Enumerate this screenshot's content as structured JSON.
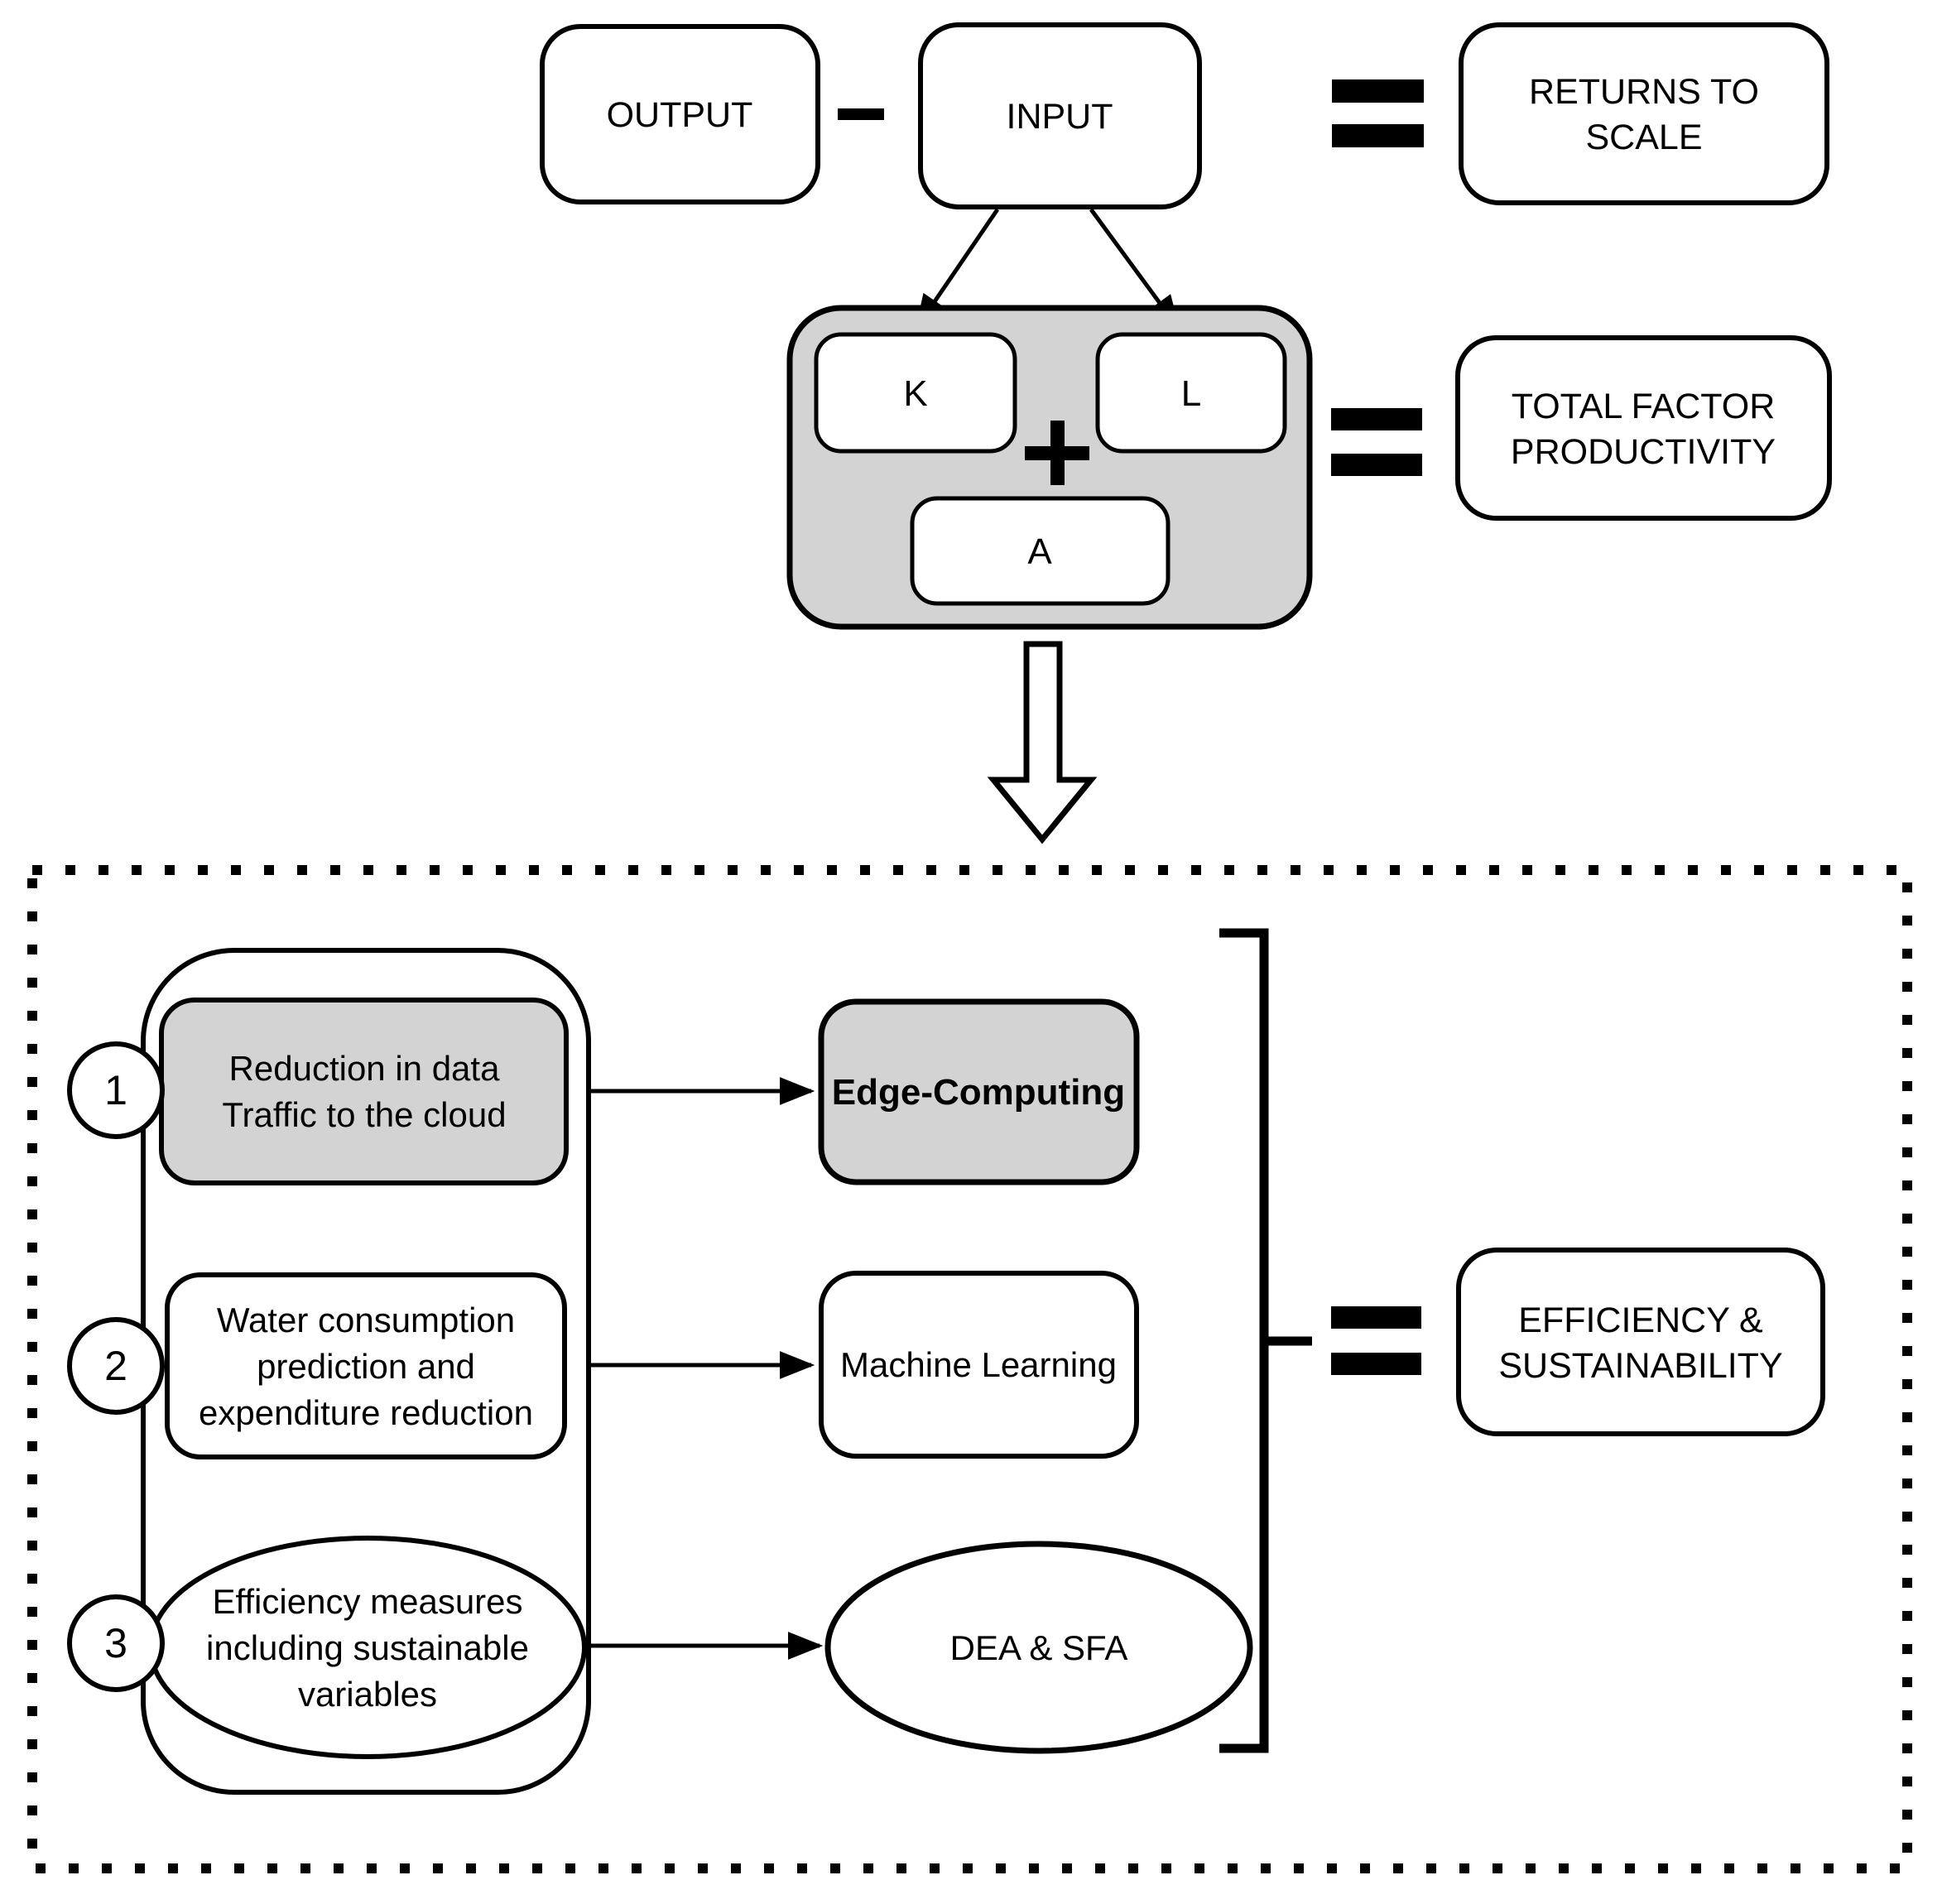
{
  "colors": {
    "gray_fill": "#d3d3d3",
    "line_black": "#000000",
    "box_white": "#ffffff"
  },
  "top": {
    "output_box": {
      "label": "OUTPUT"
    },
    "input_box": {
      "label": "INPUT"
    },
    "returns_box": {
      "lines": [
        "RETURNS TO",
        "SCALE"
      ]
    },
    "production_group": {
      "capital_label": "K",
      "labor_label": "L",
      "technology_label": "A"
    },
    "tfp_box": {
      "lines": [
        "TOTAL FACTOR",
        "PRODUCTIVITY"
      ]
    }
  },
  "bottom": {
    "items": [
      {
        "number": "1",
        "lines": [
          "Reduction in data",
          "Traffic to the cloud"
        ],
        "method": "Edge-Computing"
      },
      {
        "number": "2",
        "lines": [
          "Water consumption",
          "prediction and",
          "expenditure reduction"
        ],
        "method": "Machine Learning"
      },
      {
        "number": "3",
        "lines": [
          "Efficiency measures",
          "including sustainable",
          "variables"
        ],
        "method": "DEA & SFA"
      }
    ],
    "result_box": {
      "lines": [
        "EFFICIENCY &",
        "SUSTAINABILITY"
      ]
    }
  }
}
